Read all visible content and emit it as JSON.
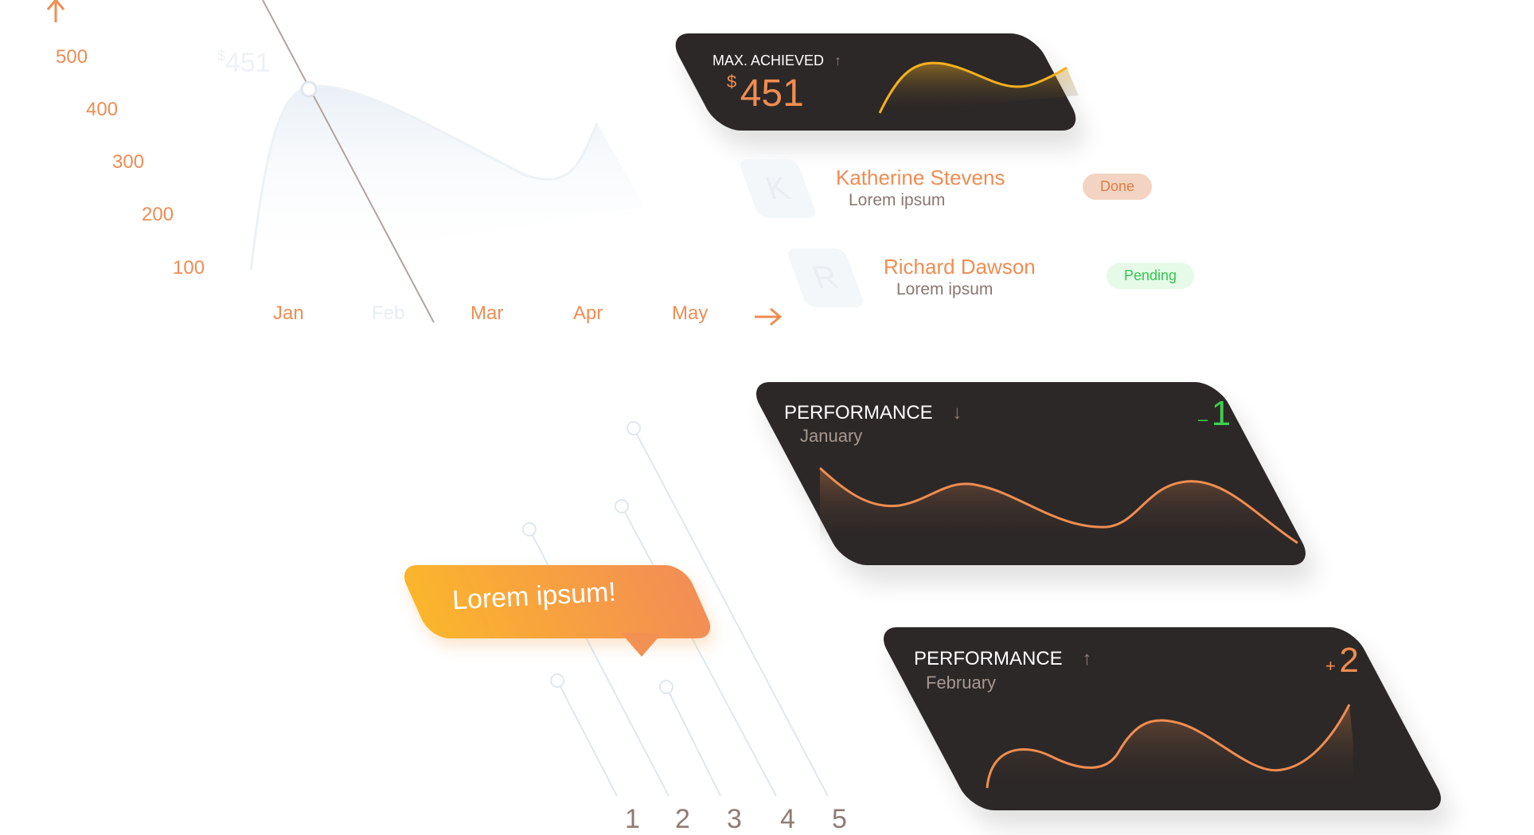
{
  "background_chart": {
    "y_ticks": [
      "500",
      "400",
      "300",
      "200",
      "100"
    ],
    "months": [
      "Jan",
      "Feb",
      "Mar",
      "Apr",
      "May"
    ],
    "marker_value": "451",
    "marker_currency": "$"
  },
  "max_card": {
    "title": "MAX. ACHIEVED",
    "currency": "$",
    "value": "451"
  },
  "list": [
    {
      "initial": "K",
      "name": "Katherine Stevens",
      "subtitle": "Lorem ipsum",
      "status": "Done",
      "status_color": "#f3d4c2",
      "status_text_color": "#de7d45"
    },
    {
      "initial": "R",
      "name": "Richard Dawson",
      "subtitle": "Lorem ipsum",
      "status": "Pending",
      "status_color": "#e5fbe8",
      "status_text_color": "#37c64f"
    }
  ],
  "perf_cards": [
    {
      "title": "PERFORMANCE",
      "month": "January",
      "delta_sign": "–",
      "delta_value": "1",
      "delta_color": "#3fcf4e"
    },
    {
      "title": "PERFORMANCE",
      "month": "February",
      "delta_sign": "+",
      "delta_value": "2",
      "delta_color": "#f08d51"
    }
  ],
  "bubble": {
    "text": "Lorem ipsum!"
  },
  "lines_chart": {
    "labels": [
      "1",
      "2",
      "3",
      "4",
      "5"
    ]
  },
  "colors": {
    "accent": "#ee8d53",
    "card_bg": "#2c2827",
    "gold": "#f6b020"
  }
}
